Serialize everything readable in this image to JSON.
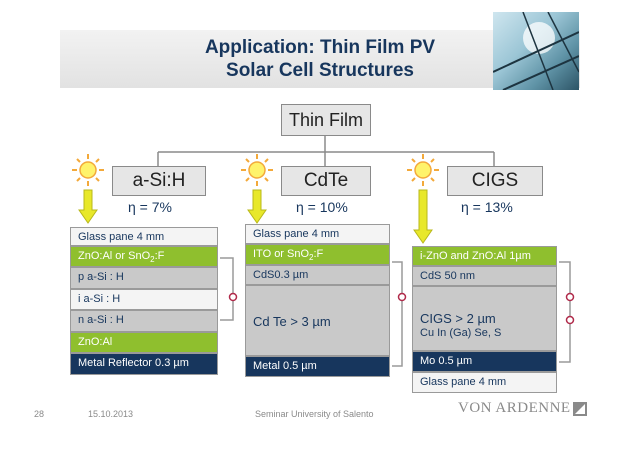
{
  "title_lines": [
    "Application: Thin Film PV",
    "Solar Cell Structures"
  ],
  "root": "Thin Film",
  "columns": [
    {
      "name": "a-Si:H",
      "efficiency": "η = 7%",
      "layers": [
        "Glass pane 4 mm",
        "ZnO:Al or SnO2:F",
        "p  a-Si : H",
        "i   a-Si : H",
        "n  a-Si : H",
        "ZnO:Al",
        "Metal Reflector  0.3 µm"
      ]
    },
    {
      "name": "CdTe",
      "efficiency": "η = 10%",
      "layers": [
        "Glass pane 4 mm",
        "ITO or SnO2:F",
        "CdS0.3 µm",
        "Cd Te > 3 µm",
        "Metal  0.5 µm"
      ]
    },
    {
      "name": "CIGS",
      "efficiency": "η = 13%",
      "layers": [
        "i-ZnO and ZnO:Al 1µm",
        "CdS  50  nm",
        "CIGS > 2 µm",
        "Cu In (Ga) Se, S",
        "Mo  0.5 µm",
        "Glass pane 4 mm"
      ]
    }
  ],
  "footer": {
    "page": "28",
    "date": "15.10.2013",
    "event": "Seminar   University of Salento",
    "logo": "VON ARDENNE"
  },
  "colors": {
    "title": "#17365d",
    "green_layer": "#8fbf2e",
    "grey_layer": "#c9c9c9",
    "navy_layer": "#17365d",
    "arrow": "#e8e82a",
    "sun": "#f3a93a"
  }
}
